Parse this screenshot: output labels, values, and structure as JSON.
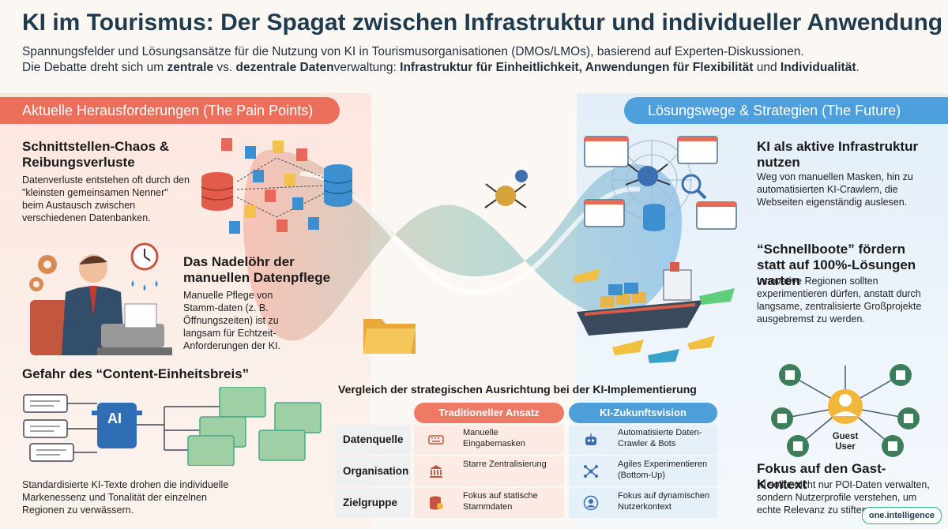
{
  "header": {
    "title": "KI im Tourismus: Der Spagat zwischen Infrastruktur und individueller Anwendung",
    "subtitle_line1": "Spannungsfelder und Lösungsansätze für die Nutzung von KI in Tourismusorganisationen (DMOs/LMOs), basierend auf Experten-Diskussionen.",
    "subtitle_line2": {
      "t1": "Die Debatte dreht sich um ",
      "b1": "zentrale",
      "t2": " vs. ",
      "b2": "dezentrale Daten",
      "t3": "verwaltung: ",
      "b3": "Infrastruktur für Einheitlichkeit, Anwendungen für Flexibilität",
      "t4": " und ",
      "b4": "Individualität",
      "t5": "."
    }
  },
  "left": {
    "pill": "Aktuelle Herausforderungen (The Pain Points)",
    "item1": {
      "heading": "Schnittstellen-Chaos & Reibungsverluste",
      "text": "Datenverluste entstehen oft durch den \"kleinsten gemeinsamen Nenner\" beim Austausch zwischen verschiedenen Datenbanken."
    },
    "item2": {
      "heading": "Das Nadelöhr der manuellen Datenpflege",
      "text": "Manuelle Pflege von Stamm-daten (z. B. Öffnungszeiten) ist zu langsam für Echtzeit-Anforderungen der KI."
    },
    "item3": {
      "heading": "Gefahr des “Content-Einheitsbreis”",
      "text": "Standardisierte KI-Texte drohen die individuelle Markenessenz und Tonalität der einzelnen Regionen zu verwässern.",
      "ai_label": "AI"
    }
  },
  "right": {
    "pill": "Lösungswege & Strategien (The Future)",
    "item1": {
      "heading": "KI als aktive Infrastruktur nutzen",
      "text": "Weg von manuellen Masken, hin zu automatisierten KI-Crawlern, die Webseiten eigenständig auslesen."
    },
    "item2": {
      "heading": "“Schnellboote” fördern statt auf 100%-Lösungen warten",
      "text": "Innovative Regionen sollten experimentieren dürfen, anstatt durch langsame, zentralisierte Großprojekte ausgebremst zu werden."
    },
    "item3": {
      "heading": "Fokus auf den Gast-Kontext",
      "text": "KI sollte nicht nur POI-Daten verwalten, sondern Nutzerprofile verstehen, um echte Relevanz zu stiften.",
      "center_label": "Guest User"
    }
  },
  "comparison": {
    "title": "Vergleich der strategischen Ausrichtung bei der KI-Implementierung",
    "col_a": "Traditioneller Ansatz",
    "col_b": "KI-Zukunftsvision",
    "rows": [
      {
        "label": "Datenquelle",
        "a": "Manuelle Eingabemasken",
        "b": "Automatisierte Daten-Crawler & Bots"
      },
      {
        "label": "Organisation",
        "a": "Starre Zentralisierung",
        "b": "Agiles Experimentieren (Bottom-Up)"
      },
      {
        "label": "Zielgruppe",
        "a": "Fokus auf statische Stammdaten",
        "b": "Fokus auf dynamischen Nutzerkontext"
      }
    ]
  },
  "logo": "one.intelligence",
  "colors": {
    "accent_left": "#ec6f5b",
    "accent_right": "#4ea0dc"
  }
}
